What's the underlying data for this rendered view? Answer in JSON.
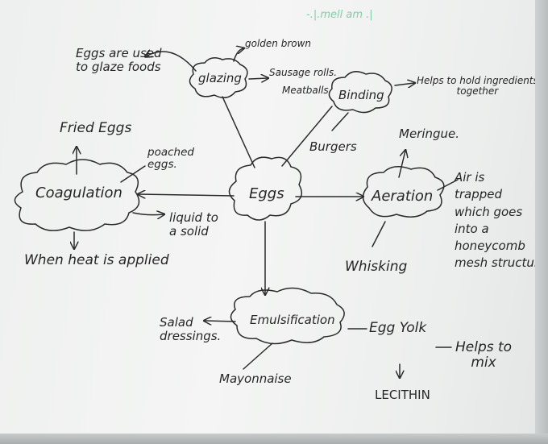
{
  "top_note": "-.|.mell am .|",
  "center": "Eggs",
  "nodes": {
    "coagulation": "Coagulation",
    "glazing": "glazing",
    "binding": "Binding",
    "aeration": "Aeration",
    "emulsification": "Emulsification"
  },
  "notes": {
    "eggs_glaze": "Eggs are used\nto glaze foods",
    "golden_brown": "golden brown",
    "sausage_rolls": "Sausage rolls.",
    "meatballs": "Meatballs",
    "helps_hold": "Helps to hold ingredients\ntogether",
    "burgers": "Burgers",
    "fried_eggs": "Fried Eggs",
    "poached_eggs": "poached\neggs.",
    "liquid_solid": "liquid to\na solid",
    "heat_applied": "When heat is applied",
    "meringue": "Meringue.",
    "air_trapped": "Air is\ntrapped\nwhich goes\ninto a\nhoneycomb\nmesh structure",
    "whisking": "Whisking",
    "salad_dressings": "Salad\ndressings.",
    "mayonnaise": "Mayonnaise",
    "egg_yolk": "Egg Yolk",
    "helps_mix": "Helps to\nmix",
    "lecithin": "LECITHIN"
  }
}
